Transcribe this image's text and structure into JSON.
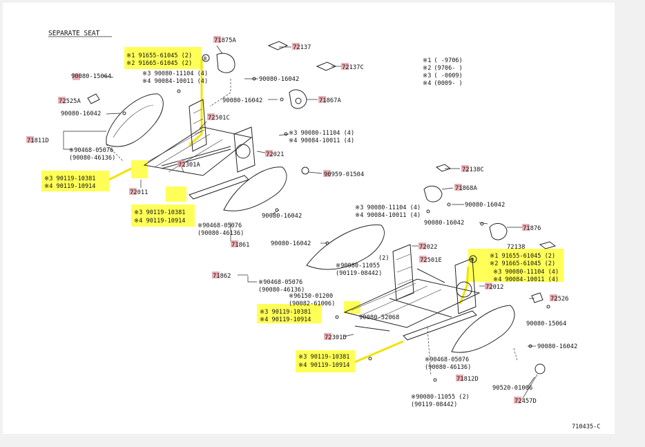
{
  "title": "SEPARATE SEAT",
  "figure_code": "710435-C",
  "legend": [
    {
      "mark": "※1",
      "range": "(     -9706)"
    },
    {
      "mark": "※2",
      "range": "(9706-     )"
    },
    {
      "mark": "※3",
      "range": "(     -0009)"
    },
    {
      "mark": "※4",
      "range": "(0009-     )"
    }
  ],
  "labels": {
    "l_71875A": "71875A",
    "l_72137": "72137",
    "l_72137C": "72137C",
    "l_90080_15064_a": "90080-15064",
    "l_72525A": "72525A",
    "l_90080_16042_a": "90080-16042",
    "l_91655_1": "※1 91655-61045 (2)",
    "l_91655_2": "※2 91665-61045 (2)",
    "l_90080_11104_1": "※3 90080-11104 (4)",
    "l_90084_10011_1": "※4 90084-10011 (4)",
    "l_90080_16042_b": "90080-16042",
    "l_90080_16042_c": "90080-16042",
    "l_71867A": "71867A",
    "l_72501C": "72501C",
    "l_90080_11104_2": "※3 90080-11104 (4)",
    "l_90084_10011_2": "※4 90084-10011 (4)",
    "l_71811D": "71811D",
    "l_90468_1a": "※90468-05076",
    "l_90468_1b": "(90080-46136)",
    "l_72021": "72021",
    "l_72301A": "72301A",
    "l_90959": "90959-01504",
    "l_90119_1a": "※3 90119-10381",
    "l_90119_1b": "※4 90119-10914",
    "l_72011": "72011",
    "l_90119_2a": "※3 90119-10381",
    "l_90119_2b": "※4 90119-10914",
    "l_90080_16042_d": "90080-16042",
    "l_90468_2a": "※90468-05076",
    "l_90468_2b": "(90080-46136)",
    "l_71861": "71861",
    "l_72138C": "72138C",
    "l_71868A": "71868A",
    "l_90080_16042_e": "90080-16042",
    "l_90080_11104_3": "※3 90080-11104 (4)",
    "l_90084_10011_3": "※4 90084-10011 (4)",
    "l_90080_16042_f": "90080-16042",
    "l_71876": "71876",
    "l_90080_16042_g": "90080-16042",
    "l_72022": "72022",
    "l_72138": "72138",
    "l_91655_3": "※1 91655-61045 (2)",
    "l_91655_4": "※2 91665-61045 (2)",
    "l_90080_11104_4": "※3 90080-11104 (4)",
    "l_90084_10011_4": "※4 90084-10011 (4)",
    "l_2": "(2)",
    "l_90080_11055_a": "※90080-11055",
    "l_90119_08442_a": "(90119-08442)",
    "l_72501E": "72501E",
    "l_71862": "71862",
    "l_90468_3a": "※90468-05076",
    "l_90468_3b": "(90080-46136)",
    "l_72012": "72012",
    "l_96150a": "※96150-01200",
    "l_96150b": "(90082-61006)",
    "l_72526": "72526",
    "l_90119_3a": "※3 90119-10381",
    "l_90119_3b": "※4 90119-10914",
    "l_90080_52068": "90080-52068",
    "l_90080_15064_b": "90080-15064",
    "l_72301D": "72301D",
    "l_90080_16042_h": "90080-16042",
    "l_90119_4a": "※3 90119-10381",
    "l_90119_4b": "※4 90119-10914",
    "l_90468_4a": "※90468-05076",
    "l_90468_4b": "(90080-46136)",
    "l_71812D": "71812D",
    "l_90520": "90520-01006",
    "l_72457D": "72457D",
    "l_90080_11055_b": "※90080-11055 (2)",
    "l_90119_08442_b": "(90119-08442)",
    "b_1": "B",
    "b_2": "B"
  }
}
